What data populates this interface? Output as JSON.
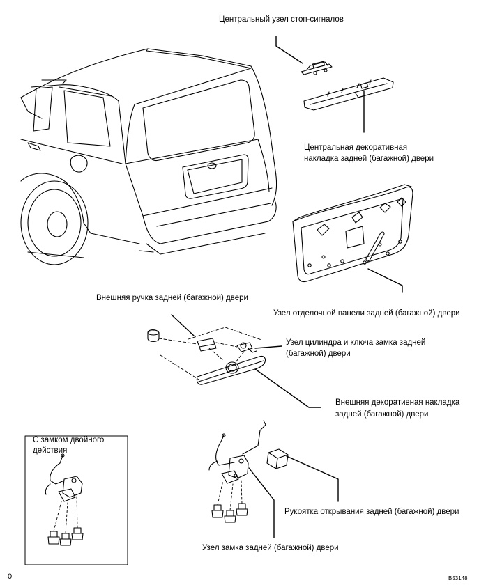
{
  "labels": {
    "center_stop_lamp": "Центральный узел стоп-сигналов",
    "center_garnish_line1": "Центральная декоративная",
    "center_garnish_line2": "накладка задней (багажной) двери",
    "trim_panel": "Узел отделочной панели задней (багажной) двери",
    "outside_handle": "Внешняя ручка задней (багажной) двери",
    "cylinder_key_line1": "Узел цилиндра и ключа замка задней",
    "cylinder_key_line2": "(багажной) двери",
    "outside_garnish_line1": "Внешняя декоративная накладка",
    "outside_garnish_line2": "задней (багажной) двери",
    "double_lock_line1": "С замком двойного",
    "double_lock_line2": "действия",
    "opener_handle": "Рукоятка открывания задней (багажной) двери",
    "door_lock": "Узел замка задней (багажной) двери"
  },
  "figure_code": "B53148",
  "page_number": "0"
}
